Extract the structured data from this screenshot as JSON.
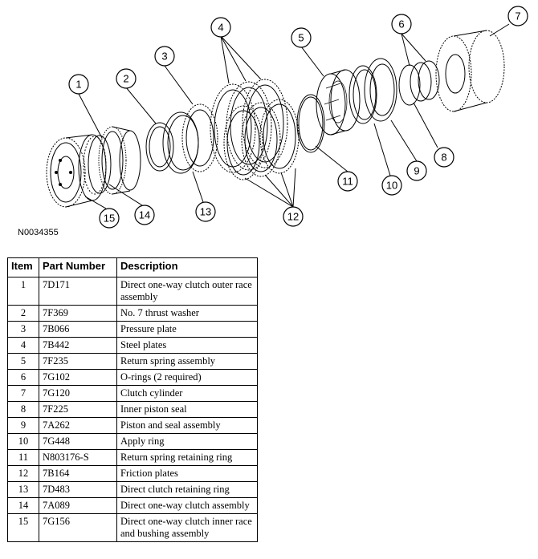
{
  "figure": {
    "id_label": "N0034355",
    "callouts": [
      "1",
      "2",
      "3",
      "4",
      "5",
      "6",
      "7",
      "8",
      "9",
      "10",
      "11",
      "12",
      "13",
      "14",
      "15"
    ]
  },
  "table": {
    "headers": [
      "Item",
      "Part Number",
      "Description"
    ],
    "rows": [
      {
        "item": "1",
        "part": "7D171",
        "desc": "Direct one-way clutch outer race assembly"
      },
      {
        "item": "2",
        "part": "7F369",
        "desc": "No. 7 thrust washer"
      },
      {
        "item": "3",
        "part": "7B066",
        "desc": "Pressure plate"
      },
      {
        "item": "4",
        "part": "7B442",
        "desc": "Steel plates"
      },
      {
        "item": "5",
        "part": "7F235",
        "desc": "Return spring assembly"
      },
      {
        "item": "6",
        "part": "7G102",
        "desc": "O-rings (2 required)"
      },
      {
        "item": "7",
        "part": "7G120",
        "desc": "Clutch cylinder"
      },
      {
        "item": "8",
        "part": "7F225",
        "desc": "Inner piston seal"
      },
      {
        "item": "9",
        "part": "7A262",
        "desc": "Piston and seal assembly"
      },
      {
        "item": "10",
        "part": "7G448",
        "desc": "Apply ring"
      },
      {
        "item": "11",
        "part": "N803176-S",
        "desc": "Return spring retaining ring"
      },
      {
        "item": "12",
        "part": "7B164",
        "desc": "Friction plates"
      },
      {
        "item": "13",
        "part": "7D483",
        "desc": "Direct clutch retaining ring"
      },
      {
        "item": "14",
        "part": "7A089",
        "desc": "Direct one-way clutch assembly"
      },
      {
        "item": "15",
        "part": "7G156",
        "desc": "Direct one-way clutch inner race and bushing assembly"
      }
    ]
  }
}
